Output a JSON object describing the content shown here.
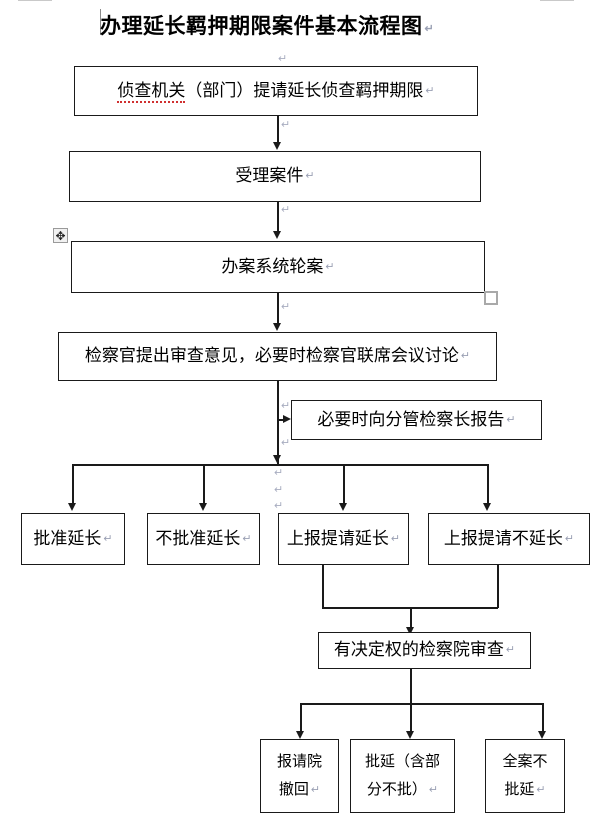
{
  "document": {
    "title": "办理延长羁押期限案件基本流程图",
    "title_pilcrow": "↵",
    "background_color": "#ffffff",
    "line_color": "#1a1a1a"
  },
  "editor_marks": {
    "move_handle_icon": "move-cross-icon",
    "move_handle_glyph": "✥",
    "resize_handle_icon": "resize-square-icon",
    "paragraph_mark": "↵",
    "loose_paragraph_marks": [
      "↵",
      "↵",
      "↵",
      "↵",
      "↵",
      "↵",
      "↵"
    ]
  },
  "flowchart": {
    "nodes": [
      {
        "id": "n1",
        "label": "侦查机关（部门）提请延长侦查羁押期限",
        "misspelled_prefix": "侦查机关",
        "rest": "（部门）提请延长侦查羁押期限",
        "pilcrow": "↵"
      },
      {
        "id": "n2",
        "label": "受理案件",
        "pilcrow": "↵"
      },
      {
        "id": "n3",
        "label": "办案系统轮案",
        "pilcrow": "↵"
      },
      {
        "id": "n4",
        "label": "检察官提出审查意见，必要时检察官联席会议讨论",
        "pilcrow": "↵"
      },
      {
        "id": "n5",
        "label": "必要时向分管检察长报告",
        "pilcrow": "↵"
      },
      {
        "id": "n6",
        "label": "批准延长",
        "pilcrow": "↵"
      },
      {
        "id": "n7",
        "label": "不批准延长",
        "pilcrow": "↵"
      },
      {
        "id": "n8",
        "label": "上报提请延长",
        "pilcrow": "↵"
      },
      {
        "id": "n9",
        "label": "上报提请不延长",
        "pilcrow": "↵"
      },
      {
        "id": "n10",
        "label": "有决定权的检察院审查",
        "pilcrow": "↵"
      },
      {
        "id": "n11",
        "line1": "报请院",
        "line2": "撤回",
        "pilcrow": "↵"
      },
      {
        "id": "n12",
        "line1": "批延（含部",
        "line2": "分不批）",
        "pilcrow": "↵"
      },
      {
        "id": "n13",
        "line1": "全案不",
        "line2": "批延",
        "pilcrow": "↵"
      }
    ],
    "edges": [
      {
        "from": "n1",
        "to": "n2"
      },
      {
        "from": "n2",
        "to": "n3"
      },
      {
        "from": "n3",
        "to": "n4"
      },
      {
        "from": "n4",
        "to": "n5"
      },
      {
        "from": "n4",
        "to": "n6"
      },
      {
        "from": "n4",
        "to": "n7"
      },
      {
        "from": "n4",
        "to": "n8"
      },
      {
        "from": "n4",
        "to": "n9"
      },
      {
        "from": "n8",
        "to": "n10"
      },
      {
        "from": "n9",
        "to": "n10"
      },
      {
        "from": "n10",
        "to": "n11"
      },
      {
        "from": "n10",
        "to": "n12"
      },
      {
        "from": "n10",
        "to": "n13"
      }
    ]
  }
}
